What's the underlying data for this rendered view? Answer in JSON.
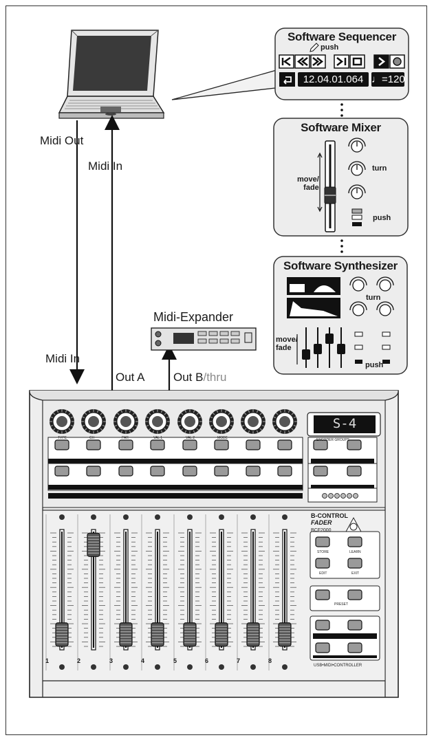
{
  "connections": {
    "midi_out": "Midi Out",
    "midi_in_top": "Midi In",
    "midi_in_bottom": "Midi In",
    "out_a": "Out A",
    "out_b": "Out B",
    "out_b_suffix": "/thru"
  },
  "expander": {
    "title": "Midi-Expander"
  },
  "sequencer": {
    "title": "Software Sequencer",
    "push": "push",
    "position": "12.04.01.064",
    "tempo": "♩=120"
  },
  "mixer": {
    "title": "Software Mixer",
    "move_fade": "move/\nfade",
    "turn": "turn",
    "push": "push"
  },
  "synth": {
    "title": "Software Synthesizer",
    "turn": "turn",
    "move_fade": "move/\nfade",
    "push": "push"
  },
  "controller": {
    "display": "S-4",
    "encoder_labels": [
      "TYPE",
      "CH",
      "PAR",
      "VAL 1",
      "VAL 2",
      "MODE"
    ],
    "encoder_groups": "ENCODER GROUPS",
    "brand": "B-CONTROL",
    "sub_brand": "FADER",
    "model": "BCF2000",
    "buttons": {
      "store": "STORE",
      "learn": "LEARN",
      "edit": "EDIT",
      "exit": "EXIT",
      "preset": "PRESET"
    },
    "channels": [
      "1",
      "2",
      "3",
      "4",
      "5",
      "6",
      "7",
      "8"
    ],
    "footer": "USB•MIDI•CONTROLLER",
    "fader_levels": [
      0.05,
      0.95,
      0.05,
      0.05,
      0.05,
      0.05,
      0.05,
      0.05
    ]
  },
  "colors": {
    "ink": "#1a1a1a",
    "panel": "#e8e8e8",
    "box": "#ededed",
    "thru": "#8a8a8a"
  }
}
